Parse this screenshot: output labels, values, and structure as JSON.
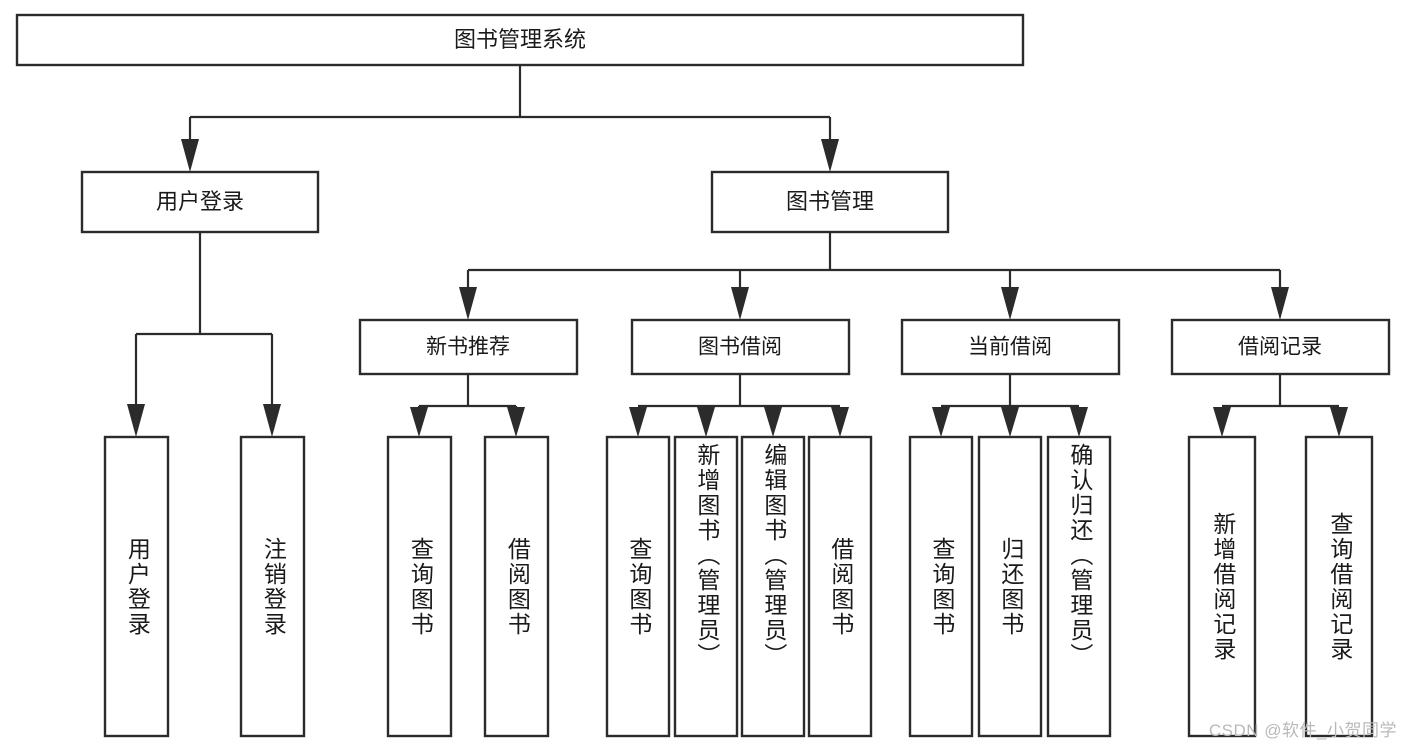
{
  "diagram": {
    "type": "tree",
    "title": "图书管理系统",
    "root": {
      "id": "root",
      "label": "图书管理系统",
      "orientation": "horizontal"
    },
    "level1": [
      {
        "id": "user-login",
        "label": "用户登录",
        "orientation": "horizontal"
      },
      {
        "id": "book-manage",
        "label": "图书管理",
        "orientation": "horizontal"
      }
    ],
    "level2": [
      {
        "id": "new-book-recommend",
        "label": "新书推荐",
        "orientation": "horizontal",
        "parent": "book-manage"
      },
      {
        "id": "book-borrow",
        "label": "图书借阅",
        "orientation": "horizontal",
        "parent": "book-manage"
      },
      {
        "id": "current-borrow",
        "label": "当前借阅",
        "orientation": "horizontal",
        "parent": "book-manage"
      },
      {
        "id": "borrow-record",
        "label": "借阅记录",
        "orientation": "horizontal",
        "parent": "book-manage"
      }
    ],
    "leaves": [
      {
        "id": "leaf-user-login",
        "label": "用户登录",
        "orientation": "vertical",
        "parent": "user-login"
      },
      {
        "id": "leaf-logout-login",
        "label": "注销登录",
        "orientation": "vertical",
        "parent": "user-login"
      },
      {
        "id": "leaf-query-book-1",
        "label": "查询图书",
        "orientation": "vertical",
        "parent": "new-book-recommend"
      },
      {
        "id": "leaf-borrow-book-1",
        "label": "借阅图书",
        "orientation": "vertical",
        "parent": "new-book-recommend"
      },
      {
        "id": "leaf-query-book-2",
        "label": "查询图书",
        "orientation": "vertical",
        "parent": "book-borrow"
      },
      {
        "id": "leaf-add-book",
        "label": "新增图书（管理员）",
        "orientation": "vertical",
        "parent": "book-borrow"
      },
      {
        "id": "leaf-edit-book",
        "label": "编辑图书（管理员）",
        "orientation": "vertical",
        "parent": "book-borrow"
      },
      {
        "id": "leaf-borrow-book-2",
        "label": "借阅图书",
        "orientation": "vertical",
        "parent": "book-borrow"
      },
      {
        "id": "leaf-query-book-3",
        "label": "查询图书",
        "orientation": "vertical",
        "parent": "current-borrow"
      },
      {
        "id": "leaf-return-book",
        "label": "归还图书",
        "orientation": "vertical",
        "parent": "current-borrow"
      },
      {
        "id": "leaf-confirm-return",
        "label": "确认归还（管理员）",
        "orientation": "vertical",
        "parent": "current-borrow"
      },
      {
        "id": "leaf-add-record",
        "label": "新增借阅记录",
        "orientation": "vertical",
        "parent": "borrow-record"
      },
      {
        "id": "leaf-query-record",
        "label": "查询借阅记录",
        "orientation": "vertical",
        "parent": "borrow-record"
      }
    ],
    "colors": {
      "box_stroke": "#2b2b2b",
      "box_fill": "#ffffff",
      "connector": "#2b2b2b",
      "text": "#1a1a1a",
      "background": "#ffffff",
      "watermark": "#b9b9b9"
    }
  },
  "watermark": {
    "text": "CSDN @软件_小贺同学"
  }
}
